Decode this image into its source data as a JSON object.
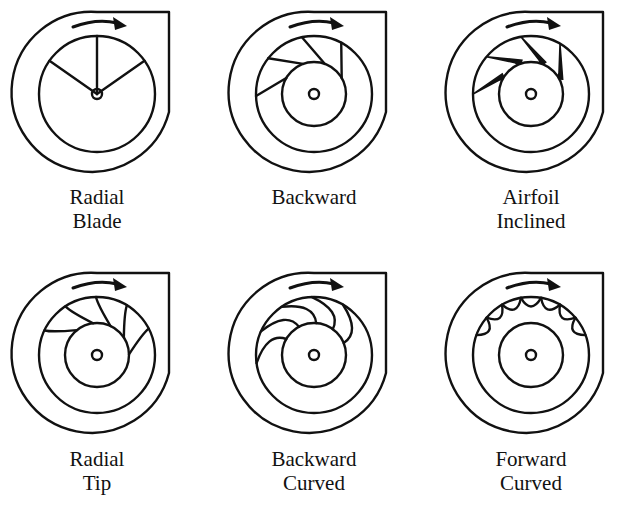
{
  "diagram": {
    "labels": [
      "Radial Blade",
      "Backward",
      "Airfoil Inclined",
      "Radial Tip",
      "Backward Curved",
      "Forward Curved"
    ]
  }
}
